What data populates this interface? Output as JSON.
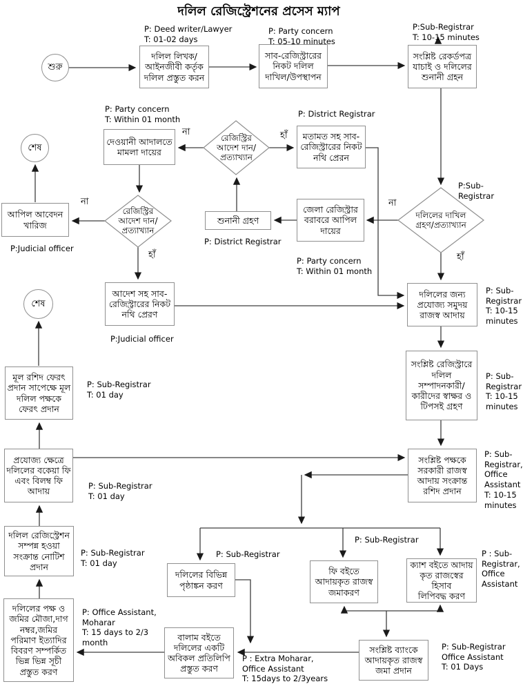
{
  "title": "দলিল রেজিস্ট্রেশনের প্রসেস ম্যাপ",
  "nodes": {
    "start": "শুরু",
    "end1": "শেষ",
    "end2": "শেষ",
    "prepare_deed": "দলিল লিখক/\nআইনজীবী কর্তৃক\nদলিল প্রস্তুত করন",
    "submit_deed": "সাব-রেজিস্ট্রারের\nনিকট দলিল\nদাখিল/উপস্থাপন",
    "verify_records": "সংশ্লিষ্ট রেকর্ডপত্র\nযাচাই ও দলিলের\nশুনানী গ্রহন",
    "civil_case": "দেওয়ানী আদালতে\nমামলা দায়ের",
    "registrar_order_1": "রেজিস্ট্রির\nআদেশ দান/\nপ্রত্যাখ্যান",
    "opinion_to_subreg": "মতামত সহ সাব-\nরেজিস্ট্রারের নিকট\nনথি প্রেরন",
    "appeal_rejected": "আপিল আবেদন\nখারিজ",
    "registrar_order_2": "রেজিস্ট্রির\nআদেশ দান/\nপ্রত্যাখ্যান",
    "hearing": "শুনানী গ্রহণ",
    "appeal_district": "জেলা রেজিস্ট্রার\nবরাবরে আপিল\nদায়ের",
    "deed_accept": "দলিলের দাখিল\nগ্রহণ/প্রত্যাখ্যান",
    "order_to_subreg": "আদেশ সহ সাব-\nরেজিস্ট্রারের নিকট\nনথি প্রেরণ",
    "collect_revenue": "দলিলের জন্য\nপ্রযোজ্য সমুদয়\nরাজস্ব আদায়",
    "signature_thumb": "সংশ্লিষ্ট রেজিস্ট্রারে\nদলিল\nসম্পাদনকারী/\nকারীদের স্বাক্ষর ও\nটিপসই গ্রহণ",
    "return_original": "মূল রশিদ ফেরৎ\nপ্রদান সাপেক্ষে মূল\nদলিল পক্ষকে\nফেরৎ প্রদান",
    "due_late_fee": "প্রযোজ্য ক্ষেত্রে\nদলিলের বকেয়া ফি\nএবং বিলম্ব ফি\nআদায়",
    "give_receipt": "সংশ্লিষ্ট পক্ষকে\nসরকারী রাজস্ব\nআদায় সংক্রান্ত\nরশিদ প্রদান",
    "completion_notice": "দলিল রেজিস্ট্রেশন\nসম্পন্ন হওয়া\nসংক্রান্ত নোটিশ\nপ্রদান",
    "endorsement": "দলিলের বিভিন্ন\nপৃষ্ঠাঙ্কন করণ",
    "fee_book": "ফি বইতে\nআদায়কৃত রাজস্ব\nজমাকরণ",
    "cash_book": "ক্যাশ বইতে আদায়\nকৃত রাজস্বের হিসাব\nলিপিবদ্ধ করণ",
    "index_prepare": "দলিলের পক্ষ ও\nজমির মৌজা,দাগ\nনম্বর,জমির\nপরিমাণ ইত্যাদির\nবিবরণ সম্পর্কিত\nভিন্ন ভিন্ন সূচী\nপ্রস্তুত করণ",
    "balam_copy": "বালাম বইতে\nদলিলের একটি\nঅবিকল প্রতিলিপি\nপ্রস্তুত করণ",
    "bank_deposit": "সংশ্লিষ্ট ব্যাংকে\nআদায়কৃত রাজস্ব\nজমা প্রদান"
  },
  "annotations": {
    "deed_writer": "P: Deed writer/Lawyer\nT: 01-02 days",
    "party_submit": "P: Party concern\nT: 05-10 minutes",
    "subreg_verify": "P:Sub-Registrar\nT: 10-15 minutes",
    "party_civil": "P: Party concern\nT: Within 01 month",
    "district_reg_opinion": "P: District Registrar",
    "subreg_diamond": "P:Sub-Registrar",
    "judicial_1": "P:Judicial officer",
    "district_reg_hearing": "P: District Registrar",
    "party_appeal": "P: Party concern\nT: Within 01 month",
    "judicial_2": "P:Judicial officer",
    "subreg_revenue": "P: Sub-\nRegistrar\nT: 10-15\nminutes",
    "subreg_signature": "P: Sub-\nRegistrar\nT: 10-15\nminutes",
    "subreg_return": "P: Sub-Registrar\nT: 01 day",
    "subreg_receipt": "P: Sub-\nRegistrar,\nOffice\nAssistant\nT: 10-15\nminutes",
    "subreg_latefee": "P: Sub-Registrar\nT: 01 day",
    "subreg_notice": "P: Sub-Registrar\nT: 01 day",
    "subreg_endorse": "P: Sub-Registrar",
    "subreg_feebook": "P: Sub-Registrar",
    "subreg_cashbook": "P : Sub-\nRegistrar,\nOffice\nAssistant",
    "office_index": "P: Office Assistant,\nMoharar\nT: 15 days to 2/3\nmonth",
    "extra_moharar": "P : Extra Moharar,\nOffice Assistant\nT: 15days to 2/3years",
    "subreg_bank": "P: Sub-Registrar\nOffice Assistant\nT: 01 Days"
  },
  "decisions": {
    "yes": "হাঁ",
    "no": "না"
  }
}
